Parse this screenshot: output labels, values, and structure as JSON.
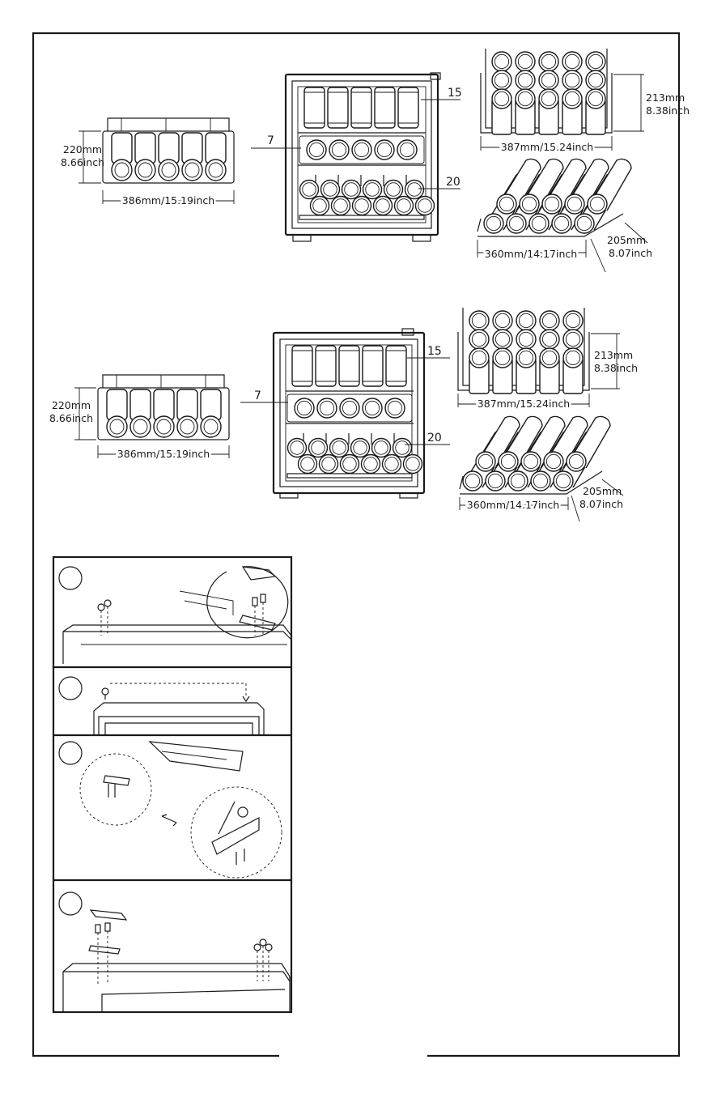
{
  "colors": {
    "ink": "#1a1a1a",
    "paper": "#ffffff"
  },
  "config_a": {
    "shelf_callouts": {
      "top": "15",
      "middle": "7",
      "bottom": "20"
    },
    "left_rack": {
      "height": "220mm",
      "height_in": "8.66inch",
      "width": "386mm/15.19inch"
    },
    "top_right_rack": {
      "height": "213mm",
      "height_in": "8.38inch",
      "width": "387mm/15.24inch"
    },
    "bottom_right_rack": {
      "depth": "205mm",
      "depth_in": "8.07inch",
      "width": "360mm/14.17inch"
    }
  },
  "config_b": {
    "shelf_callouts": {
      "top": "15",
      "middle": "7",
      "bottom": "20"
    },
    "left_rack": {
      "height": "220mm",
      "height_in": "8.66inch",
      "width": "386mm/15.19inch"
    },
    "top_right_rack": {
      "height": "213mm",
      "height_in": "8.38inch",
      "width": "387mm/15.24inch"
    },
    "bottom_right_rack": {
      "depth": "205mm",
      "depth_in": "8.07inch",
      "width": "360mm/14.17inch"
    }
  },
  "door_reversal_steps": [
    {
      "icon": "remove-hinge-icon"
    },
    {
      "icon": "move-plug-icon"
    },
    {
      "icon": "swap-hinge-pin-icon"
    },
    {
      "icon": "install-hinge-icon"
    }
  ]
}
